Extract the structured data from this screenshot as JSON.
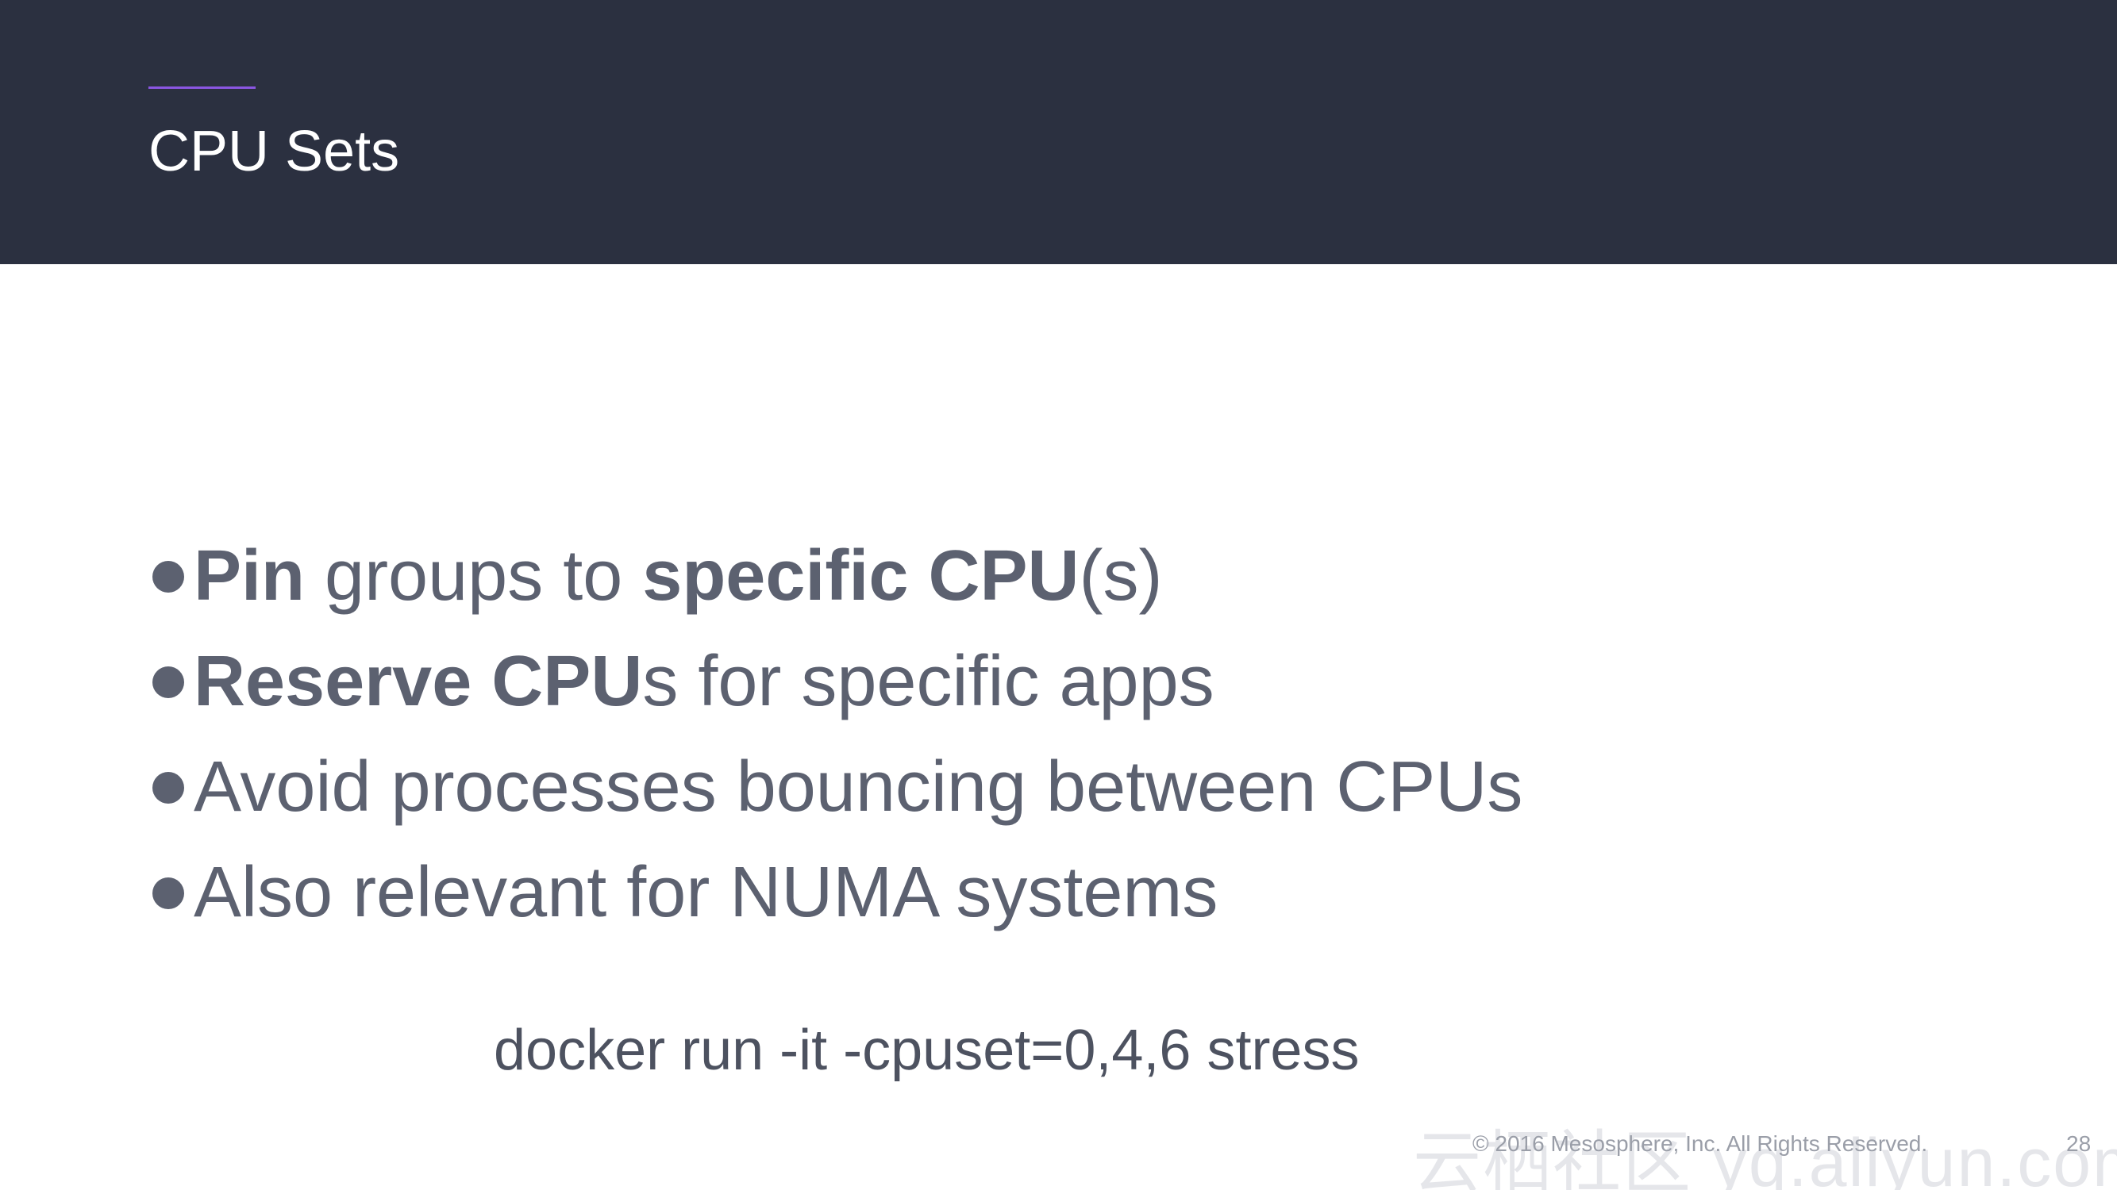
{
  "header": {
    "title": "CPU Sets",
    "accent_color": "#8a56e2",
    "background_color": "#2b3040"
  },
  "bullets": [
    {
      "segments": [
        {
          "text": "Pin",
          "bold": true
        },
        {
          "text": " groups to ",
          "bold": false
        },
        {
          "text": "specific CPU",
          "bold": true
        },
        {
          "text": "(s)",
          "bold": false
        }
      ]
    },
    {
      "segments": [
        {
          "text": "Reserve CPU",
          "bold": true
        },
        {
          "text": "s for specific apps",
          "bold": false
        }
      ]
    },
    {
      "segments": [
        {
          "text": "Avoid processes bouncing between CPUs",
          "bold": false
        }
      ]
    },
    {
      "segments": [
        {
          "text": "Also relevant for NUMA systems",
          "bold": false
        }
      ]
    }
  ],
  "command": "docker run -it -cpuset=0,4,6 stress",
  "footer": {
    "copyright": "© 2016 Mesosphere, Inc. All Rights Reserved.",
    "page_number": "28"
  },
  "watermark": "云栖社区 yq.aliyun.com"
}
